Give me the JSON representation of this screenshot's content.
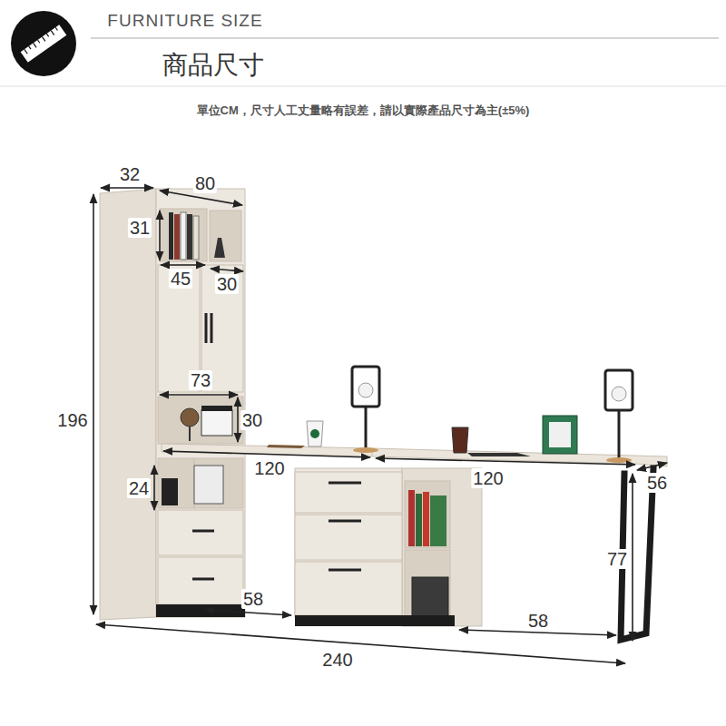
{
  "diagram": {
    "title": "商品尺寸",
    "labels": [
      "FURNITURE SIZE",
      "單位CM，尺寸人工丈量略有誤差，請以實際產品尺寸為主(±5%)",
      "32",
      "80",
      "31",
      "45",
      "30",
      "73",
      "30",
      "196",
      "120",
      "120",
      "56",
      "24",
      "77",
      "58",
      "58",
      "240"
    ]
  }
}
